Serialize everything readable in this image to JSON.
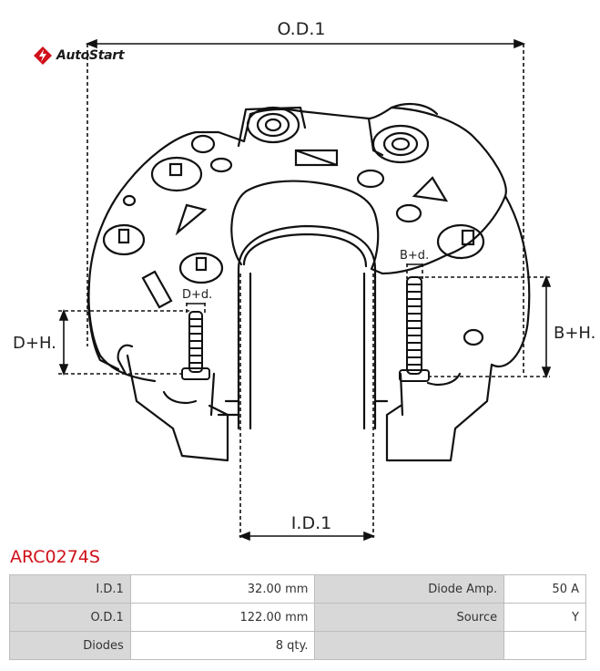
{
  "brand": {
    "name": "AutoStart",
    "color": "#d0101a"
  },
  "drawing": {
    "od_label": "O.D.1",
    "id_label": "I.D.1",
    "dh_label": "D+H.",
    "dd_label": "D+d.",
    "bh_label": "B+H.",
    "bd_label": "B+d."
  },
  "part_code": "ARC0274S",
  "specs": {
    "rows": [
      {
        "label1": "I.D.1",
        "value1": "32.00 mm",
        "label2": "Diode Amp.",
        "value2": "50 A"
      },
      {
        "label1": "O.D.1",
        "value1": "122.00 mm",
        "label2": "Source",
        "value2": "Y"
      },
      {
        "label1": "Diodes",
        "value1": "8 qty.",
        "label2": "",
        "value2": ""
      }
    ]
  }
}
